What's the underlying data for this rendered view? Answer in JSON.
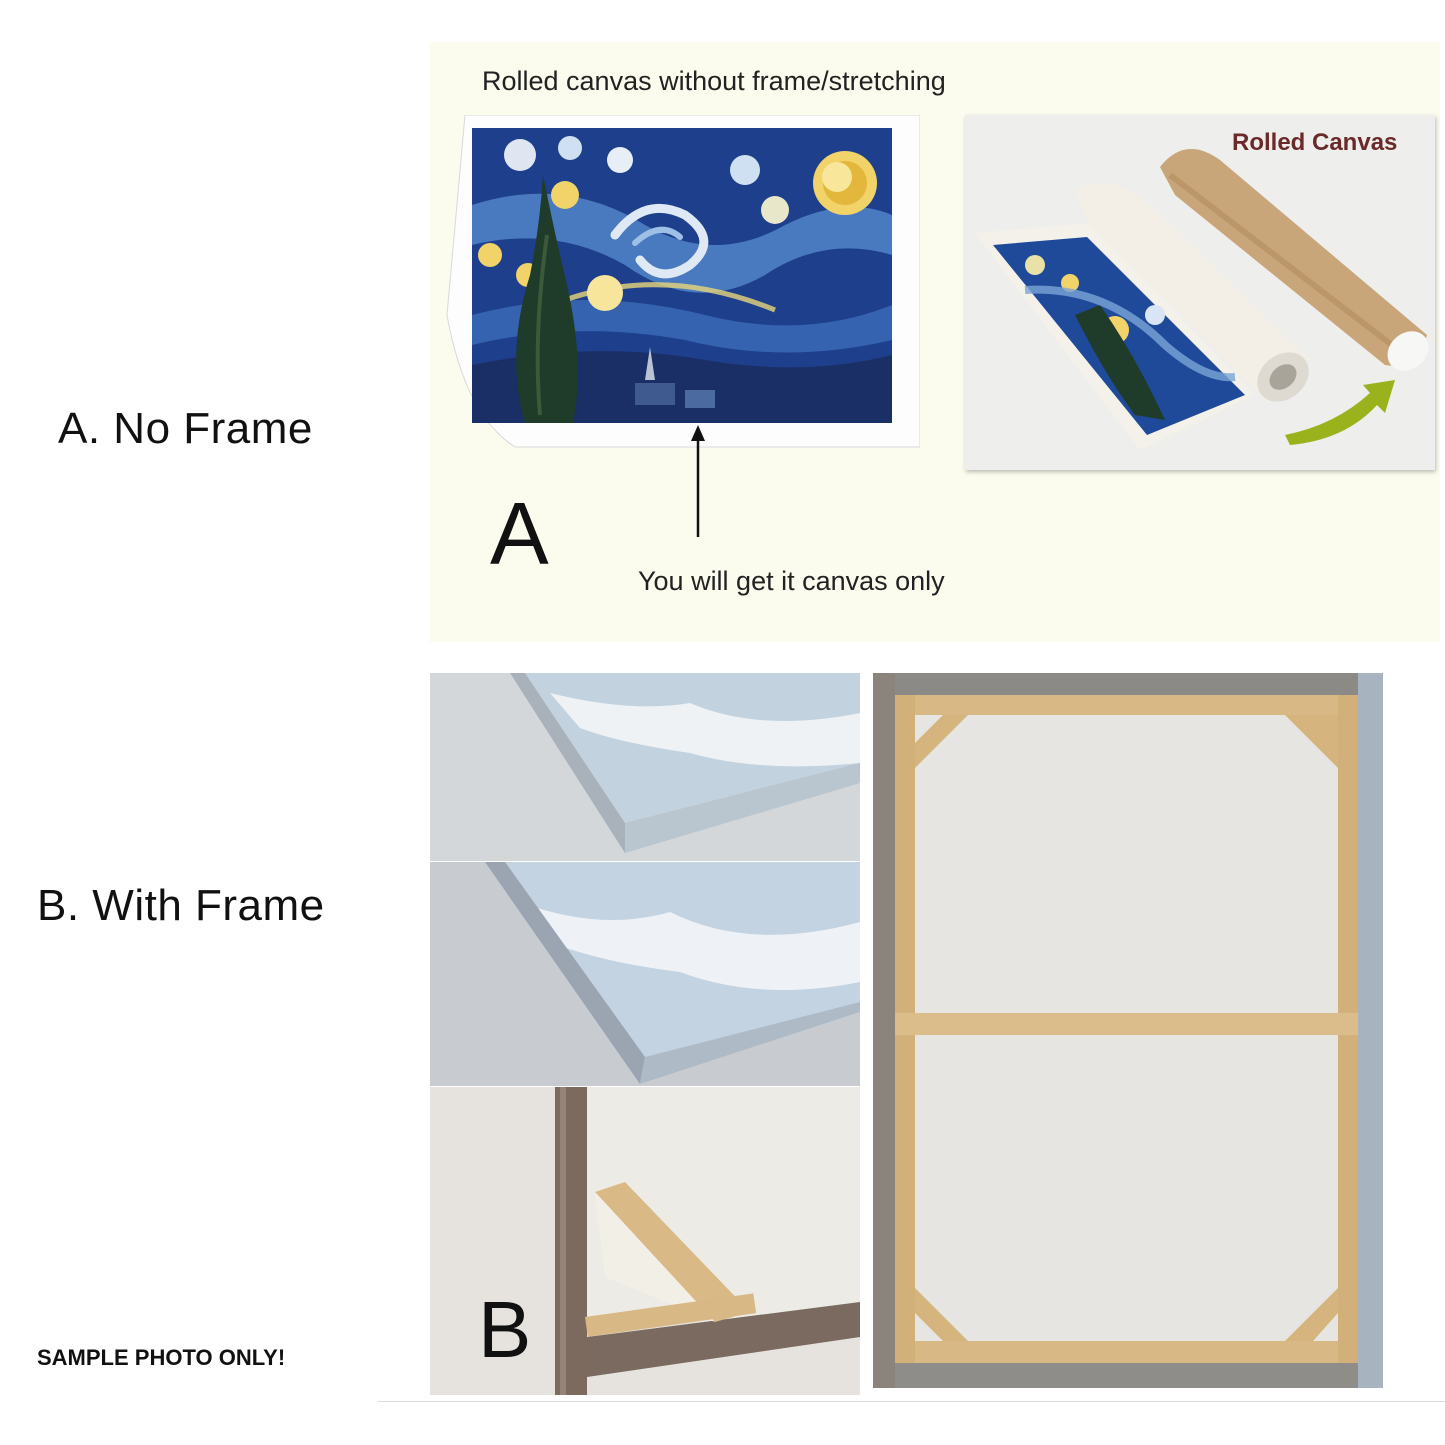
{
  "labels": {
    "option_a": "A. No Frame",
    "option_b": "B. With Frame",
    "sample_notice": "SAMPLE PHOTO ONLY!"
  },
  "panel_a": {
    "heading": "Rolled canvas without frame/stretching",
    "roll_label": "Rolled Canvas",
    "letter": "A",
    "note": "You will get it canvas only"
  },
  "panel_b": {
    "letter": "B"
  },
  "colors": {
    "night_blue": "#1d3f8c",
    "star_yellow": "#f1d36a",
    "cypress": "#1f3b2a",
    "roll_label": "#6b2a2a",
    "kraft_tube": "#c9a67a",
    "arrow_green": "#9ab21c",
    "wood": "#d8b884",
    "panel_bg": "#fbfbee"
  }
}
